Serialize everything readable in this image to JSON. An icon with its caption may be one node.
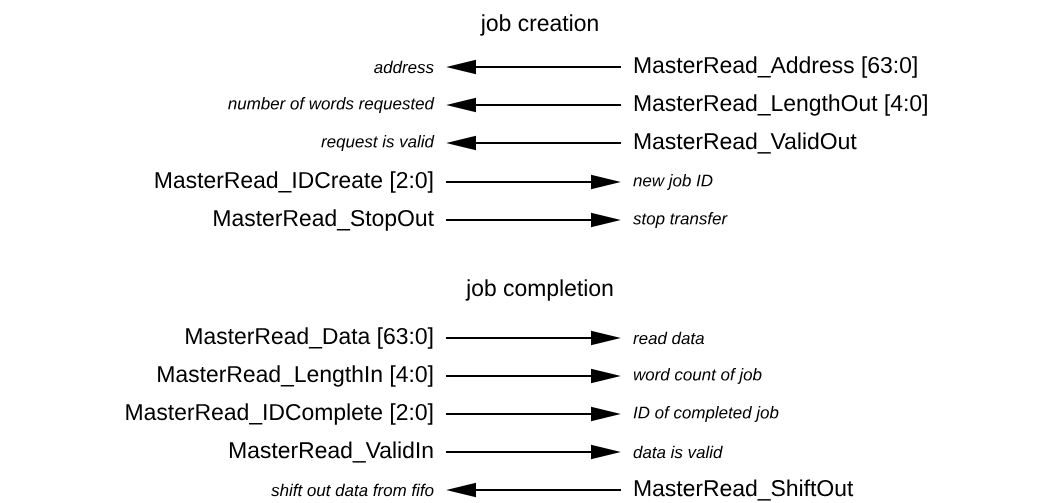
{
  "diagram": {
    "nodes": [
      {
        "text": [
          "address"
        ]
      },
      {
        "text": [
          "MasterRead_Address [63:0]"
        ]
      },
      {
        "text": [
          "number of words requested"
        ]
      },
      {
        "text": [
          "MasterRead_LengthOut [4:0]"
        ]
      },
      {
        "text": [
          "request is valid"
        ]
      },
      {
        "text": [
          "MasterRead_ValidOut"
        ]
      },
      {
        "text": [
          "MasterRead_IDCreate [2:0]"
        ]
      },
      {
        "text": [
          "new job ID"
        ]
      },
      {
        "text": [
          "MasterRead_StopOut"
        ]
      },
      {
        "text": [
          "stop transfer"
        ]
      },
      {
        "text": [
          "MasterRead_Data [63:0]"
        ]
      },
      {
        "text": [
          "read data"
        ]
      },
      {
        "text": [
          "MasterRead_LengthIn [4:0]"
        ]
      },
      {
        "text": [
          "word count of job"
        ]
      },
      {
        "text": [
          "MasterRead_IDComplete [2:0]"
        ]
      },
      {
        "text": [
          "ID of completed job"
        ]
      },
      {
        "text": [
          "MasterRead_ValidIn"
        ]
      },
      {
        "text": [
          "data is valid"
        ]
      },
      {
        "text": [
          "shift out data from fifo"
        ]
      },
      {
        "text": [
          "MasterRead_ShiftOut"
        ]
      }
    ],
    "edges": [
      {
        "from": 1,
        "to": 0,
        "arrow": "to"
      },
      {
        "from": 3,
        "to": 2,
        "arrow": "to"
      },
      {
        "from": 5,
        "to": 4,
        "arrow": "to"
      },
      {
        "from": 6,
        "to": 7,
        "arrow": "to"
      },
      {
        "from": 8,
        "to": 9,
        "arrow": "to"
      },
      {
        "from": 10,
        "to": 11,
        "arrow": "to"
      },
      {
        "from": 12,
        "to": 13,
        "arrow": "to"
      },
      {
        "from": 14,
        "to": 15,
        "arrow": "to"
      },
      {
        "from": 16,
        "to": 17,
        "arrow": "to"
      },
      {
        "from": 19,
        "to": 18,
        "arrow": "to"
      }
    ],
    "labels": [
      "job creation",
      "job completion"
    ]
  }
}
